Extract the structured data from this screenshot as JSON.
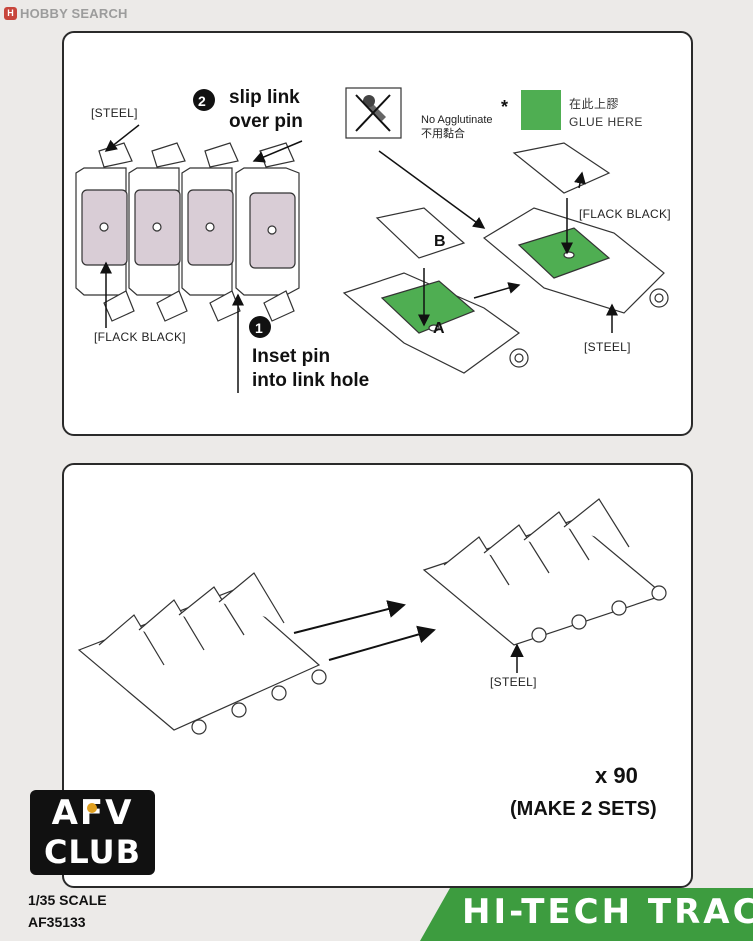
{
  "header": {
    "brand_badge": "H",
    "brand_text": "HOBBY SEARCH"
  },
  "step2": {
    "number": "2",
    "line1": "slip link",
    "line2": "over pin"
  },
  "step1": {
    "number": "1",
    "line1": "Inset pin",
    "line2": "into link hole"
  },
  "labels": {
    "steel_top": "[STEEL]",
    "flack_black_left": "[FLACK BLACK]",
    "flack_black_right": "[FLACK BLACK]",
    "steel_right": "[STEEL]",
    "steel_bottom": "[STEEL]",
    "part_a": "A",
    "part_b": "B"
  },
  "legend": {
    "no_glue_en": "No Agglutinate",
    "no_glue_cn": "不用黏合",
    "asterisk": "*",
    "glue_cn": "在此上膠",
    "glue_en": "GLUE HERE",
    "glue_color": "#4fae52"
  },
  "quantity": {
    "count": "x 90",
    "sets": "(MAKE 2 SETS)"
  },
  "footer": {
    "logo_line1": "AFV",
    "logo_line2": "CLUB",
    "scale": "1/35  SCALE",
    "code": "AF35133",
    "product": "HI-TECH TRACK",
    "band_color": "#3d9c3f"
  }
}
